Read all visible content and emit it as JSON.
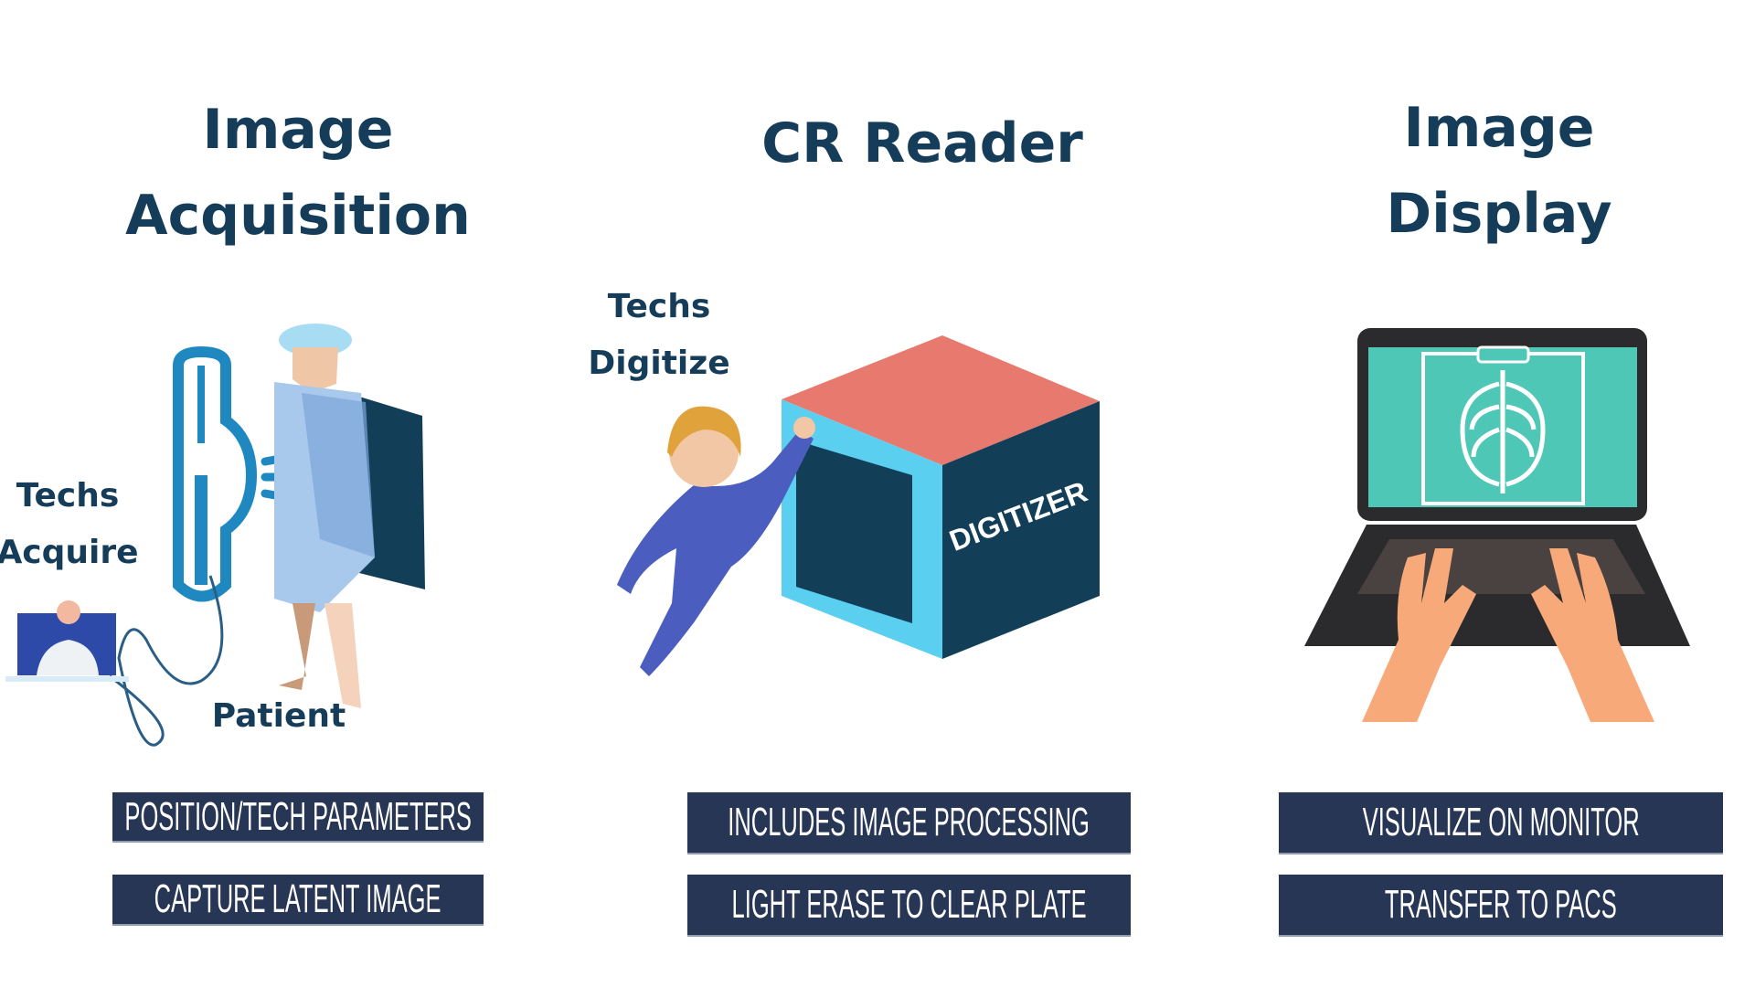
{
  "sections": [
    {
      "title_line1": "Image",
      "title_line2": "Acquisition",
      "actor_line1": "Techs",
      "actor_line2": "Acquire",
      "subject": "Patient",
      "steps": [
        "POSITION/TECH PARAMETERS",
        "CAPTURE LATENT IMAGE"
      ]
    },
    {
      "title_line1": "CR Reader",
      "actor_line1": "Techs",
      "actor_line2": "Digitize",
      "device_label": "DIGITIZER",
      "steps": [
        "INCLUDES IMAGE PROCESSING",
        "LIGHT ERASE TO CLEAR PLATE"
      ]
    },
    {
      "title_line1": "Image",
      "title_line2": "Display",
      "steps": [
        "VISUALIZE ON MONITOR",
        "TRANSFER TO PACS"
      ]
    }
  ],
  "colors": {
    "title": "#153d5a",
    "box": "#283655",
    "accent_red": "#e8796f",
    "accent_cyan": "#5bcff0",
    "screen": "#4fc7b7"
  }
}
